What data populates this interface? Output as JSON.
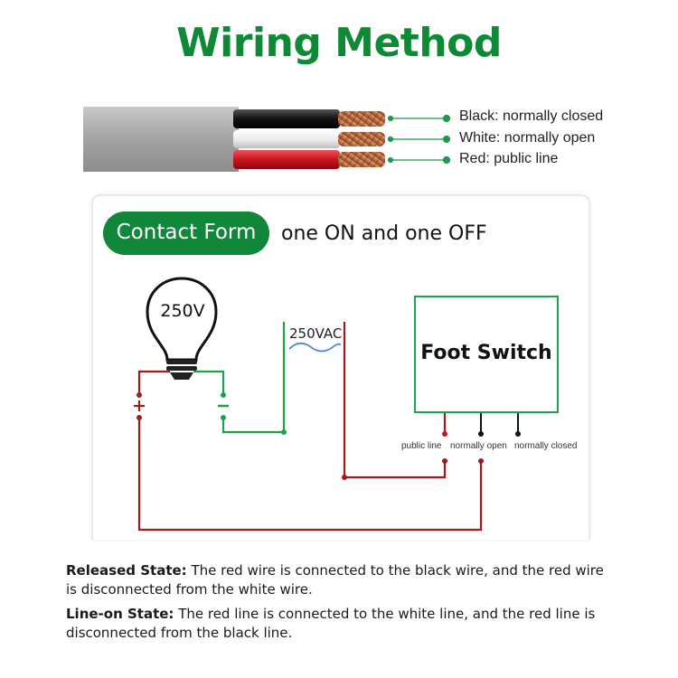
{
  "title": "Wiring Method",
  "wires": [
    {
      "label": "Black: normally closed",
      "color": "#1a1a1a"
    },
    {
      "label": "White: normally open",
      "color": "#f2f2f2"
    },
    {
      "label": "Red: public line",
      "color": "#c8141c"
    }
  ],
  "contact_form": {
    "pill": "Contact Form",
    "description": "one ON and one OFF"
  },
  "circuit": {
    "bulb_voltage": "250V",
    "supply": "250VAC",
    "plus": "+",
    "minus": "-",
    "device": "Foot Switch",
    "terminals": [
      "public line",
      "normally open",
      "normally closed"
    ]
  },
  "states": [
    {
      "name": "Released State:",
      "text": " The red wire is connected to the black wire, and the red wire is disconnected from the white wire."
    },
    {
      "name": "Line-on State:",
      "text": " The red line is connected to the white line, and the red line is disconnected from the black line."
    }
  ],
  "colors": {
    "brand_green": "#11873a",
    "wire_green": "#21a04b",
    "wire_red": "#a01c1c"
  }
}
